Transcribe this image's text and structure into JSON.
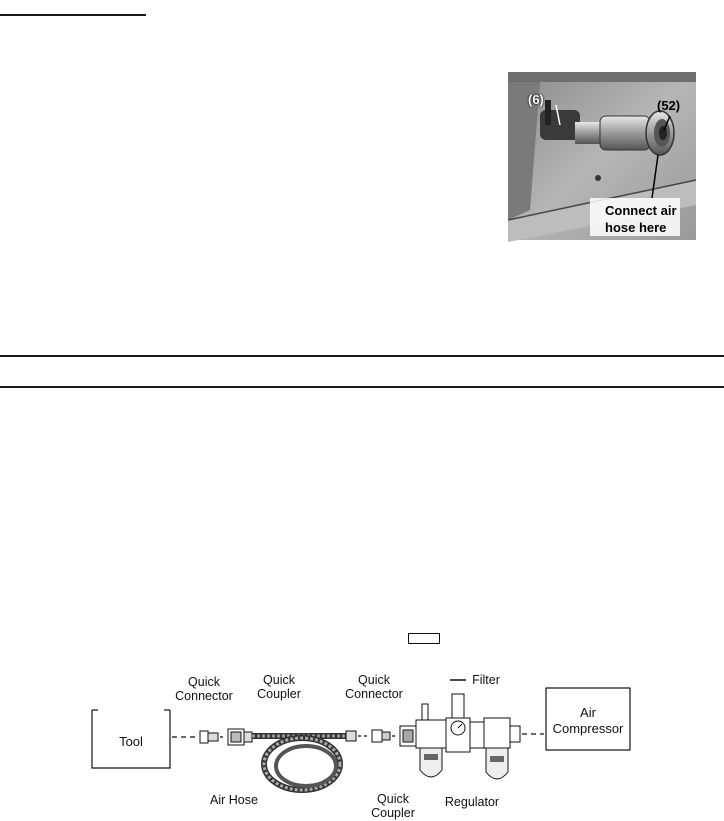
{
  "photo": {
    "callout_6": "(6)",
    "callout_52": "(52)",
    "connect_label_line1": "Connect air",
    "connect_label_line2": "hose here"
  },
  "diagram": {
    "tool": "Tool",
    "quick_connector_left_line1": "Quick",
    "quick_connector_left_line2": "Connector",
    "quick_coupler_left_line1": "Quick",
    "quick_coupler_left_line2": "Coupler",
    "quick_connector_mid_line1": "Quick",
    "quick_connector_mid_line2": "Connector",
    "filter": "Filter",
    "air_compressor_line1": "Air",
    "air_compressor_line2": "Compressor",
    "air_hose": "Air Hose",
    "quick_coupler_bottom_line1": "Quick",
    "quick_coupler_bottom_line2": "Coupler",
    "regulator": "Regulator"
  }
}
